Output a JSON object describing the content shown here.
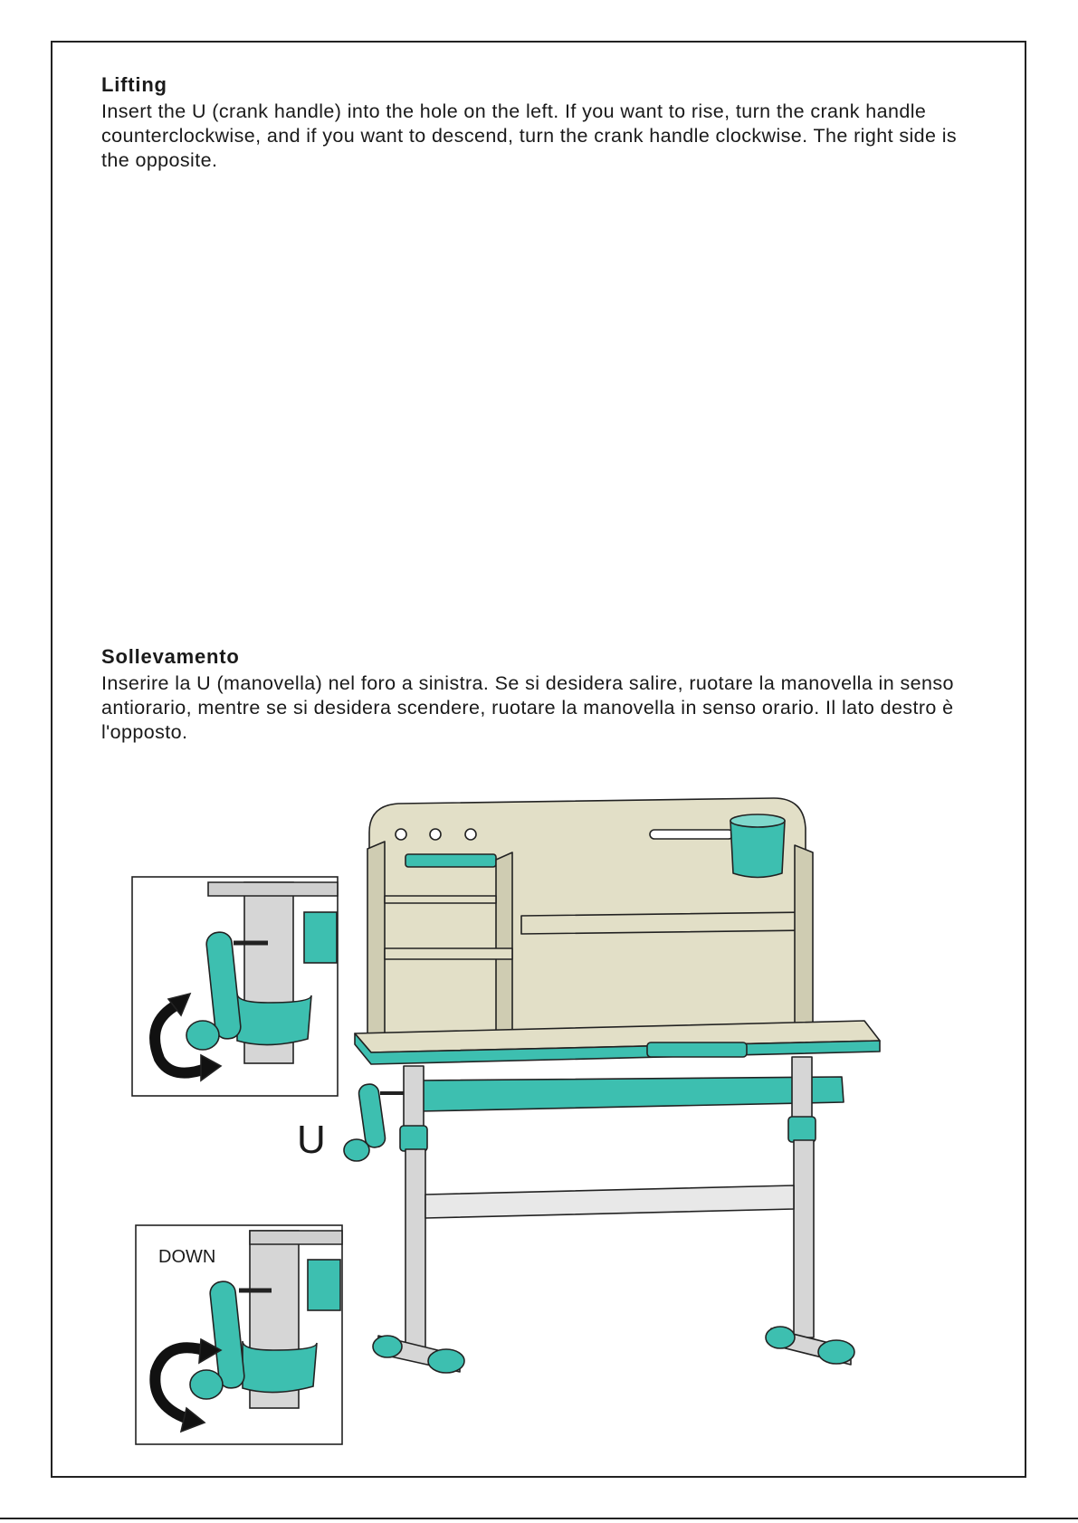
{
  "lifting": {
    "heading": "Lifting",
    "body": "Insert the U (crank handle) into the hole on the left. If you want to rise, turn the crank handle counterclockwise, and if you want to descend, turn the crank handle clockwise. The right side is the opposite."
  },
  "sollevamento": {
    "heading": "Sollevamento",
    "body": "Inserire la U (manovella) nel foro a sinistra. Se si desidera salire, ruotare la manovella in senso antiorario, mentre se si desidera scendere, ruotare la manovella in senso orario. Il lato destro è l'opposto."
  },
  "illustration": {
    "part_label": "U",
    "down_label": "DOWN",
    "colors": {
      "teal": "#3dbfb0",
      "board": "#e2dfc7",
      "metal": "#d6d6d6",
      "outline": "#222222"
    }
  }
}
